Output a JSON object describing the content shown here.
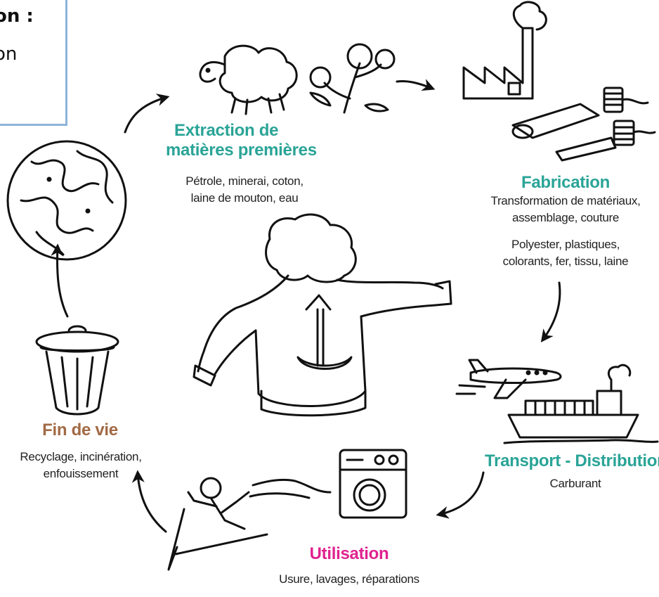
{
  "colors": {
    "teal": "#2aa497",
    "brown": "#a26a45",
    "pink": "#e0228f",
    "box_border": "#8eb4da",
    "ink": "#111111"
  },
  "callout": {
    "line1": "on :",
    "line2": "on"
  },
  "stages": {
    "extraction": {
      "title_line1": "Extraction de",
      "title_line2": "matières premières",
      "desc_line1": "Pétrole, minerai, coton,",
      "desc_line2": "laine de mouton, eau"
    },
    "fabrication": {
      "title": "Fabrication",
      "desc_line1": "Transformation de matériaux,",
      "desc_line2": "assemblage, couture",
      "desc_line3": "Polyester, plastiques,",
      "desc_line4": "colorants, fer, tissu, laine"
    },
    "transport": {
      "title": "Transport - Distribution",
      "desc": "Carburant"
    },
    "utilisation": {
      "title": "Utilisation",
      "desc": "Usure, lavages, réparations"
    },
    "fin_de_vie": {
      "title": "Fin de vie",
      "desc_line1": "Recyclage, incinération,",
      "desc_line2": "enfouissement"
    }
  },
  "icons": [
    "globe-icon",
    "sheep-icon",
    "cotton-plant-icon",
    "factory-icon",
    "fabric-roll-icon",
    "thread-spool-icon",
    "airplane-icon",
    "cargo-ship-icon",
    "washing-machine-icon",
    "skier-icon",
    "trash-can-icon",
    "jacket-icon"
  ]
}
